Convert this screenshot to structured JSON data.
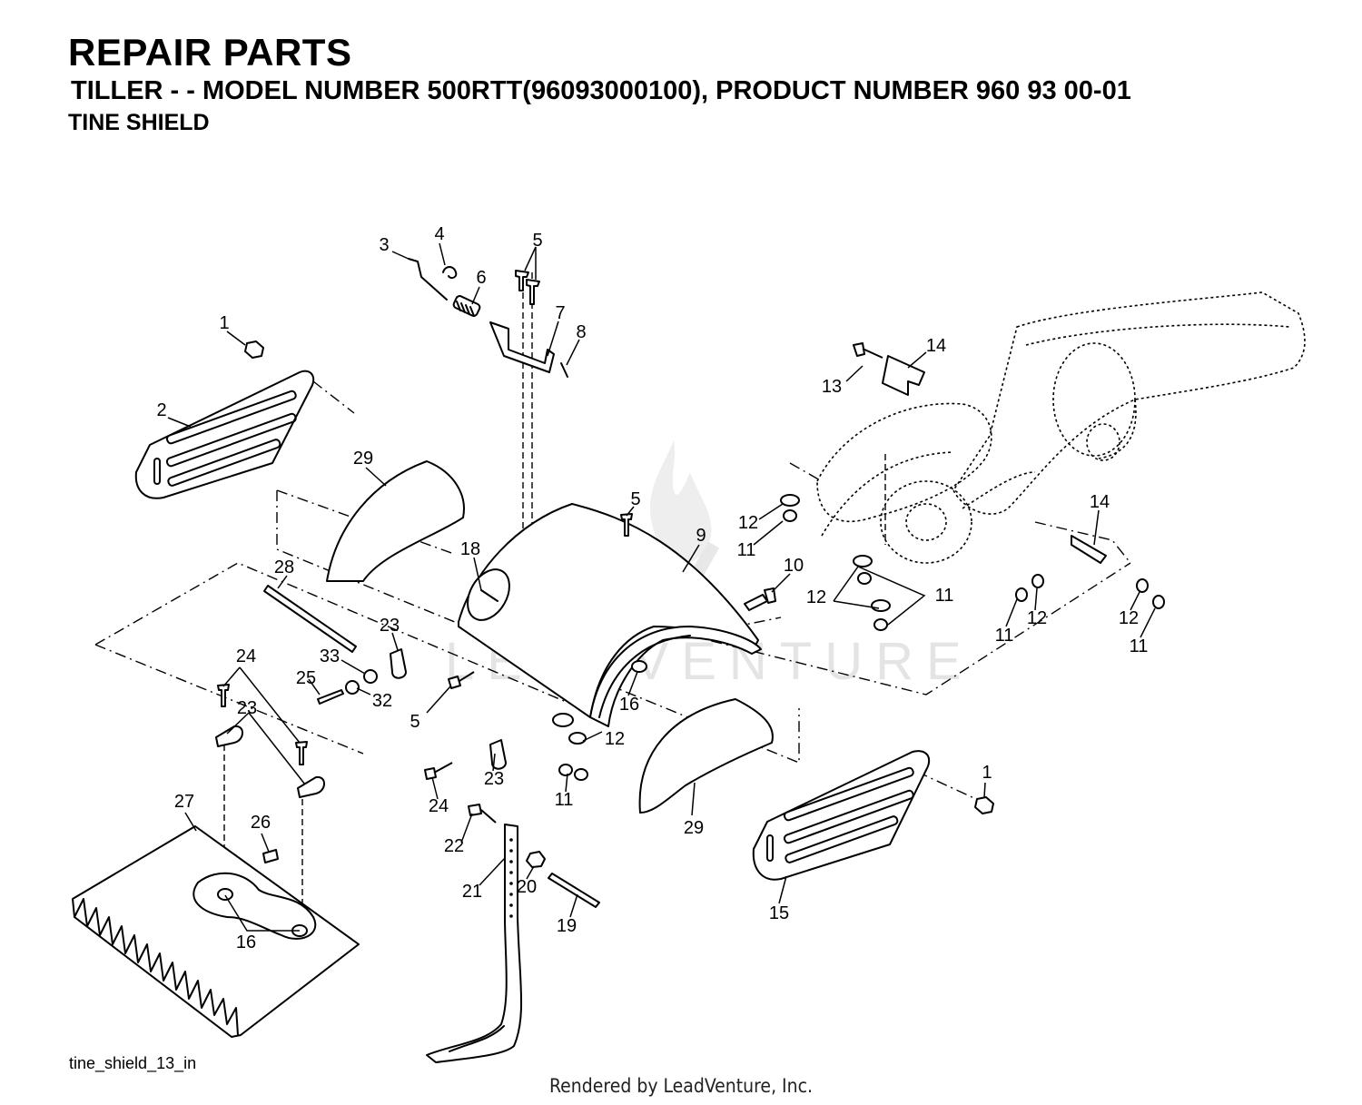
{
  "header": {
    "title": "REPAIR PARTS",
    "subtitle": "TILLER - - MODEL NUMBER 500RTT(96093000100), PRODUCT NUMBER 960 93 00-01",
    "section": "TINE SHIELD"
  },
  "footer": {
    "drawing_id": "tine_shield_13_in",
    "credit": "Rendered by LeadVenture, Inc."
  },
  "watermark": {
    "brand": "LEADVENTURE",
    "icon": "flame-v-logo"
  },
  "callouts": [
    "1",
    "2",
    "3",
    "4",
    "5",
    "6",
    "7",
    "8",
    "29",
    "28",
    "18",
    "5",
    "9",
    "13",
    "14",
    "12",
    "11",
    "10",
    "12",
    "11",
    "14",
    "11",
    "12",
    "12",
    "11",
    "23",
    "24",
    "33",
    "25",
    "32",
    "5",
    "16",
    "23",
    "12",
    "24",
    "23",
    "11",
    "29",
    "1",
    "27",
    "26",
    "16",
    "22",
    "21",
    "20",
    "19",
    "15"
  ]
}
